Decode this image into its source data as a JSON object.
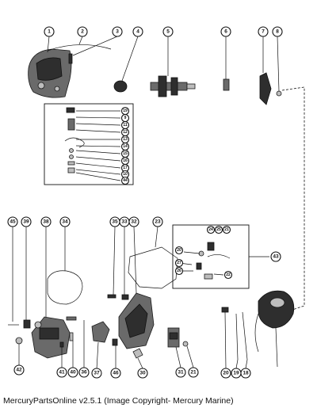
{
  "caption": "MercuryPartsOnline v2.5.1 (Image Copyright- Mercury Marine)",
  "callouts": [
    "1",
    "2",
    "3",
    "4",
    "5",
    "6",
    "7",
    "8",
    "19",
    "9",
    "11",
    "12",
    "13",
    "14",
    "15",
    "16",
    "17",
    "10",
    "44",
    "45",
    "39",
    "38",
    "34",
    "35",
    "33",
    "32",
    "23",
    "24",
    "25",
    "21",
    "20",
    "27",
    "26",
    "22",
    "43",
    "42",
    "41",
    "40",
    "36",
    "37",
    "46",
    "30",
    "31",
    "21",
    "20",
    "19",
    "18"
  ]
}
